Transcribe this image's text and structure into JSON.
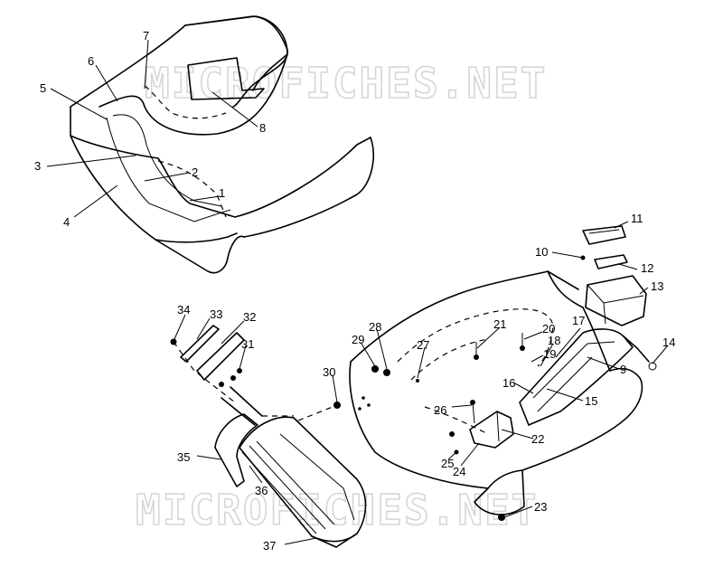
{
  "watermark": {
    "top_text": "MICROFICHES.NET",
    "bottom_text": "MICROFICHES.NET"
  },
  "callouts": [
    {
      "id": "c1",
      "label": "1"
    },
    {
      "id": "c2",
      "label": "2"
    },
    {
      "id": "c3",
      "label": "3"
    },
    {
      "id": "c4",
      "label": "4"
    },
    {
      "id": "c5",
      "label": "5"
    },
    {
      "id": "c6",
      "label": "6"
    },
    {
      "id": "c7",
      "label": "7"
    },
    {
      "id": "c8",
      "label": "8"
    },
    {
      "id": "c9",
      "label": "9"
    },
    {
      "id": "c10",
      "label": "10"
    },
    {
      "id": "c11",
      "label": "11"
    },
    {
      "id": "c12",
      "label": "12"
    },
    {
      "id": "c13",
      "label": "13"
    },
    {
      "id": "c14",
      "label": "14"
    },
    {
      "id": "c15",
      "label": "15"
    },
    {
      "id": "c16",
      "label": "16"
    },
    {
      "id": "c17",
      "label": "17"
    },
    {
      "id": "c18",
      "label": "18"
    },
    {
      "id": "c19",
      "label": "19"
    },
    {
      "id": "c20",
      "label": "20"
    },
    {
      "id": "c21",
      "label": "21"
    },
    {
      "id": "c22",
      "label": "22"
    },
    {
      "id": "c23",
      "label": "23"
    },
    {
      "id": "c24",
      "label": "24"
    },
    {
      "id": "c25",
      "label": "25"
    },
    {
      "id": "c26",
      "label": "26"
    },
    {
      "id": "c27",
      "label": "27"
    },
    {
      "id": "c28",
      "label": "28"
    },
    {
      "id": "c29",
      "label": "29"
    },
    {
      "id": "c30",
      "label": "30"
    },
    {
      "id": "c31",
      "label": "31"
    },
    {
      "id": "c32",
      "label": "32"
    },
    {
      "id": "c33",
      "label": "33"
    },
    {
      "id": "c34",
      "label": "34"
    },
    {
      "id": "c35",
      "label": "35"
    },
    {
      "id": "c36",
      "label": "36"
    },
    {
      "id": "c37",
      "label": "37"
    }
  ]
}
